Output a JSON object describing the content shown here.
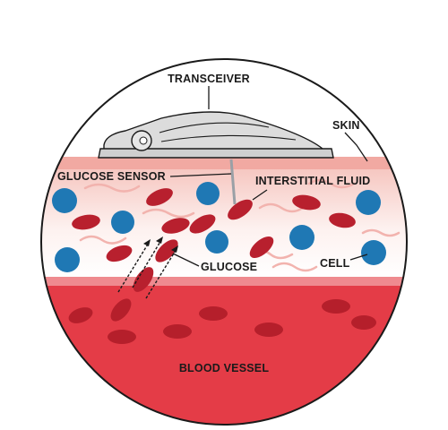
{
  "labels": {
    "transceiver": "TRANSCEIVER",
    "skin": "SKIN",
    "glucose_sensor": "GLUCOSE SENSOR",
    "interstitial_fluid": "INTERSTITIAL FLUID",
    "glucose": "GLUCOSE",
    "cell": "CELL",
    "blood_vessel": "BLOOD VESSEL"
  },
  "colors": {
    "skin": "#f1a9a2",
    "interstitial_fluid": "#fbe3df",
    "blood_vessel": "#e43c47",
    "red_blood_cell": "#b8202e",
    "cell": "#1f78b4",
    "transceiver": "#d9d9d9",
    "outline": "#1a1a1a"
  }
}
